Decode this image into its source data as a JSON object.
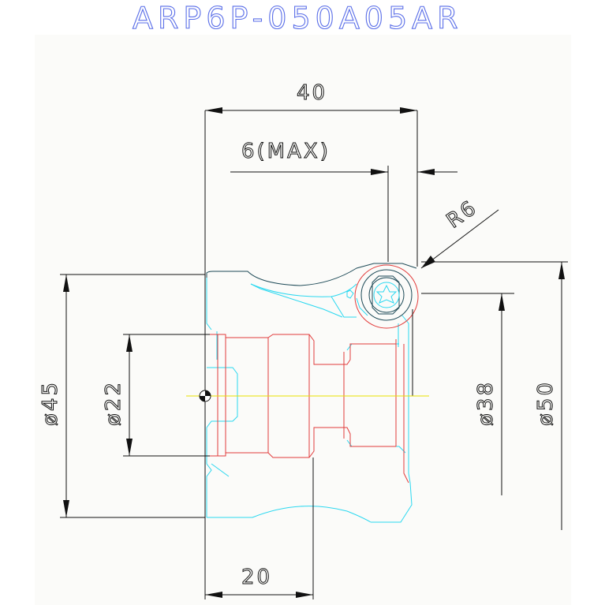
{
  "title": "ARP6P-050A05AR",
  "dimensions": {
    "overall_length": "40",
    "max_depth": "6(MAX)",
    "corner_radius": "R6",
    "body_diameter": "ø45",
    "bore_diameter": "ø22",
    "inner_diameter": "ø38",
    "cutting_diameter": "ø50",
    "bore_depth": "20"
  },
  "colors": {
    "title": "#5a6ee8",
    "dimension_lines": "#111111",
    "hidden_lines": "#e23b3b",
    "section_lines": "#2ad8f0",
    "center_line": "#e8e000"
  }
}
